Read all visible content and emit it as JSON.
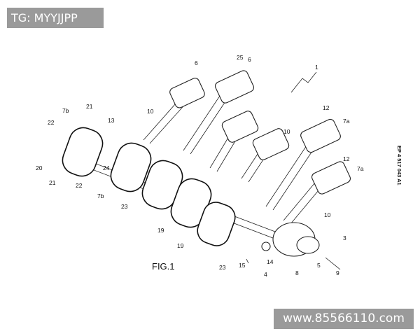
{
  "watermark_top": "TG: MYYJJPP",
  "watermark_bottom": "www.85566110.com",
  "figure_label": "FIG.1",
  "publication_number": "EP 4 517 043 A1",
  "reference_labels": {
    "l1": "1",
    "l3": "3",
    "l4": "4",
    "l5": "5",
    "l6a": "6",
    "l6b": "6",
    "l25": "25",
    "l7a_top": "7a",
    "l7a_bottom": "7a",
    "l7b_top": "7b",
    "l7b_bottom": "7b",
    "l8": "8",
    "l9": "9",
    "l10a": "10",
    "l10b": "10",
    "l10c": "10",
    "l12a": "12",
    "l12b": "12",
    "l13": "13",
    "l14": "14",
    "l15": "15",
    "l19a": "19",
    "l19b": "19",
    "l20": "20",
    "l21a": "21",
    "l21b": "21",
    "l22a": "22",
    "l22b": "22",
    "l23a": "23",
    "l23b": "23",
    "l24": "24"
  }
}
